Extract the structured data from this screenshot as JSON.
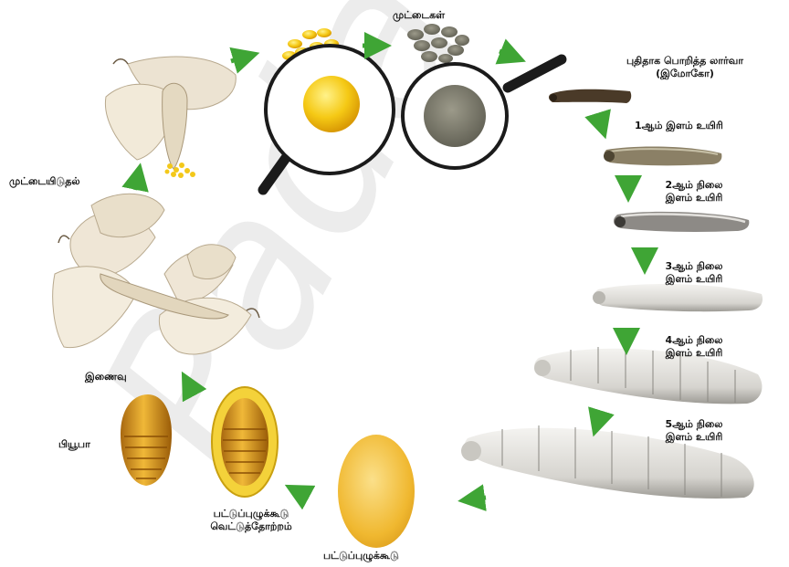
{
  "labels": {
    "eggs": "முட்டைகள்",
    "new_larva_line1": "புதிதாக பொறித்த லார்வா",
    "new_larva_line2": "(இமோகோ)",
    "instar1": "1ஆம் இளம் உயிரி",
    "instar2_line1": "2ஆம் நிலை",
    "instar2_line2": "இளம் உயிரி",
    "instar3_line1": "3ஆம் நிலை",
    "instar3_line2": "இளம் உயிரி",
    "instar4_line1": "4ஆம் நிலை",
    "instar4_line2": "இளம் உயிரி",
    "instar5_line1": "5ஆம் நிலை",
    "instar5_line2": "இளம் உயிரி",
    "cocoon": "பட்டுப்புழுக்கூடு",
    "cut_cocoon_line1": "பட்டுப்புழுக்கூடு",
    "cut_cocoon_line2": "வெட்டுத்தோற்றம்",
    "pupa": "பியூபா",
    "mating": "இணைவு",
    "egg_laying": "முட்டையிடுதல்"
  },
  "watermark": "Padasalai",
  "colors": {
    "arrow": "#3fa535",
    "egg_yellow": "#f3c81a",
    "egg_grey": "#7a7a6a",
    "moth": "#efe6d6",
    "larva_light": "#e6e4df",
    "cocoon": "#f2bd37",
    "pupa": "#c98a1c",
    "watermark": "#c0c0c0"
  }
}
